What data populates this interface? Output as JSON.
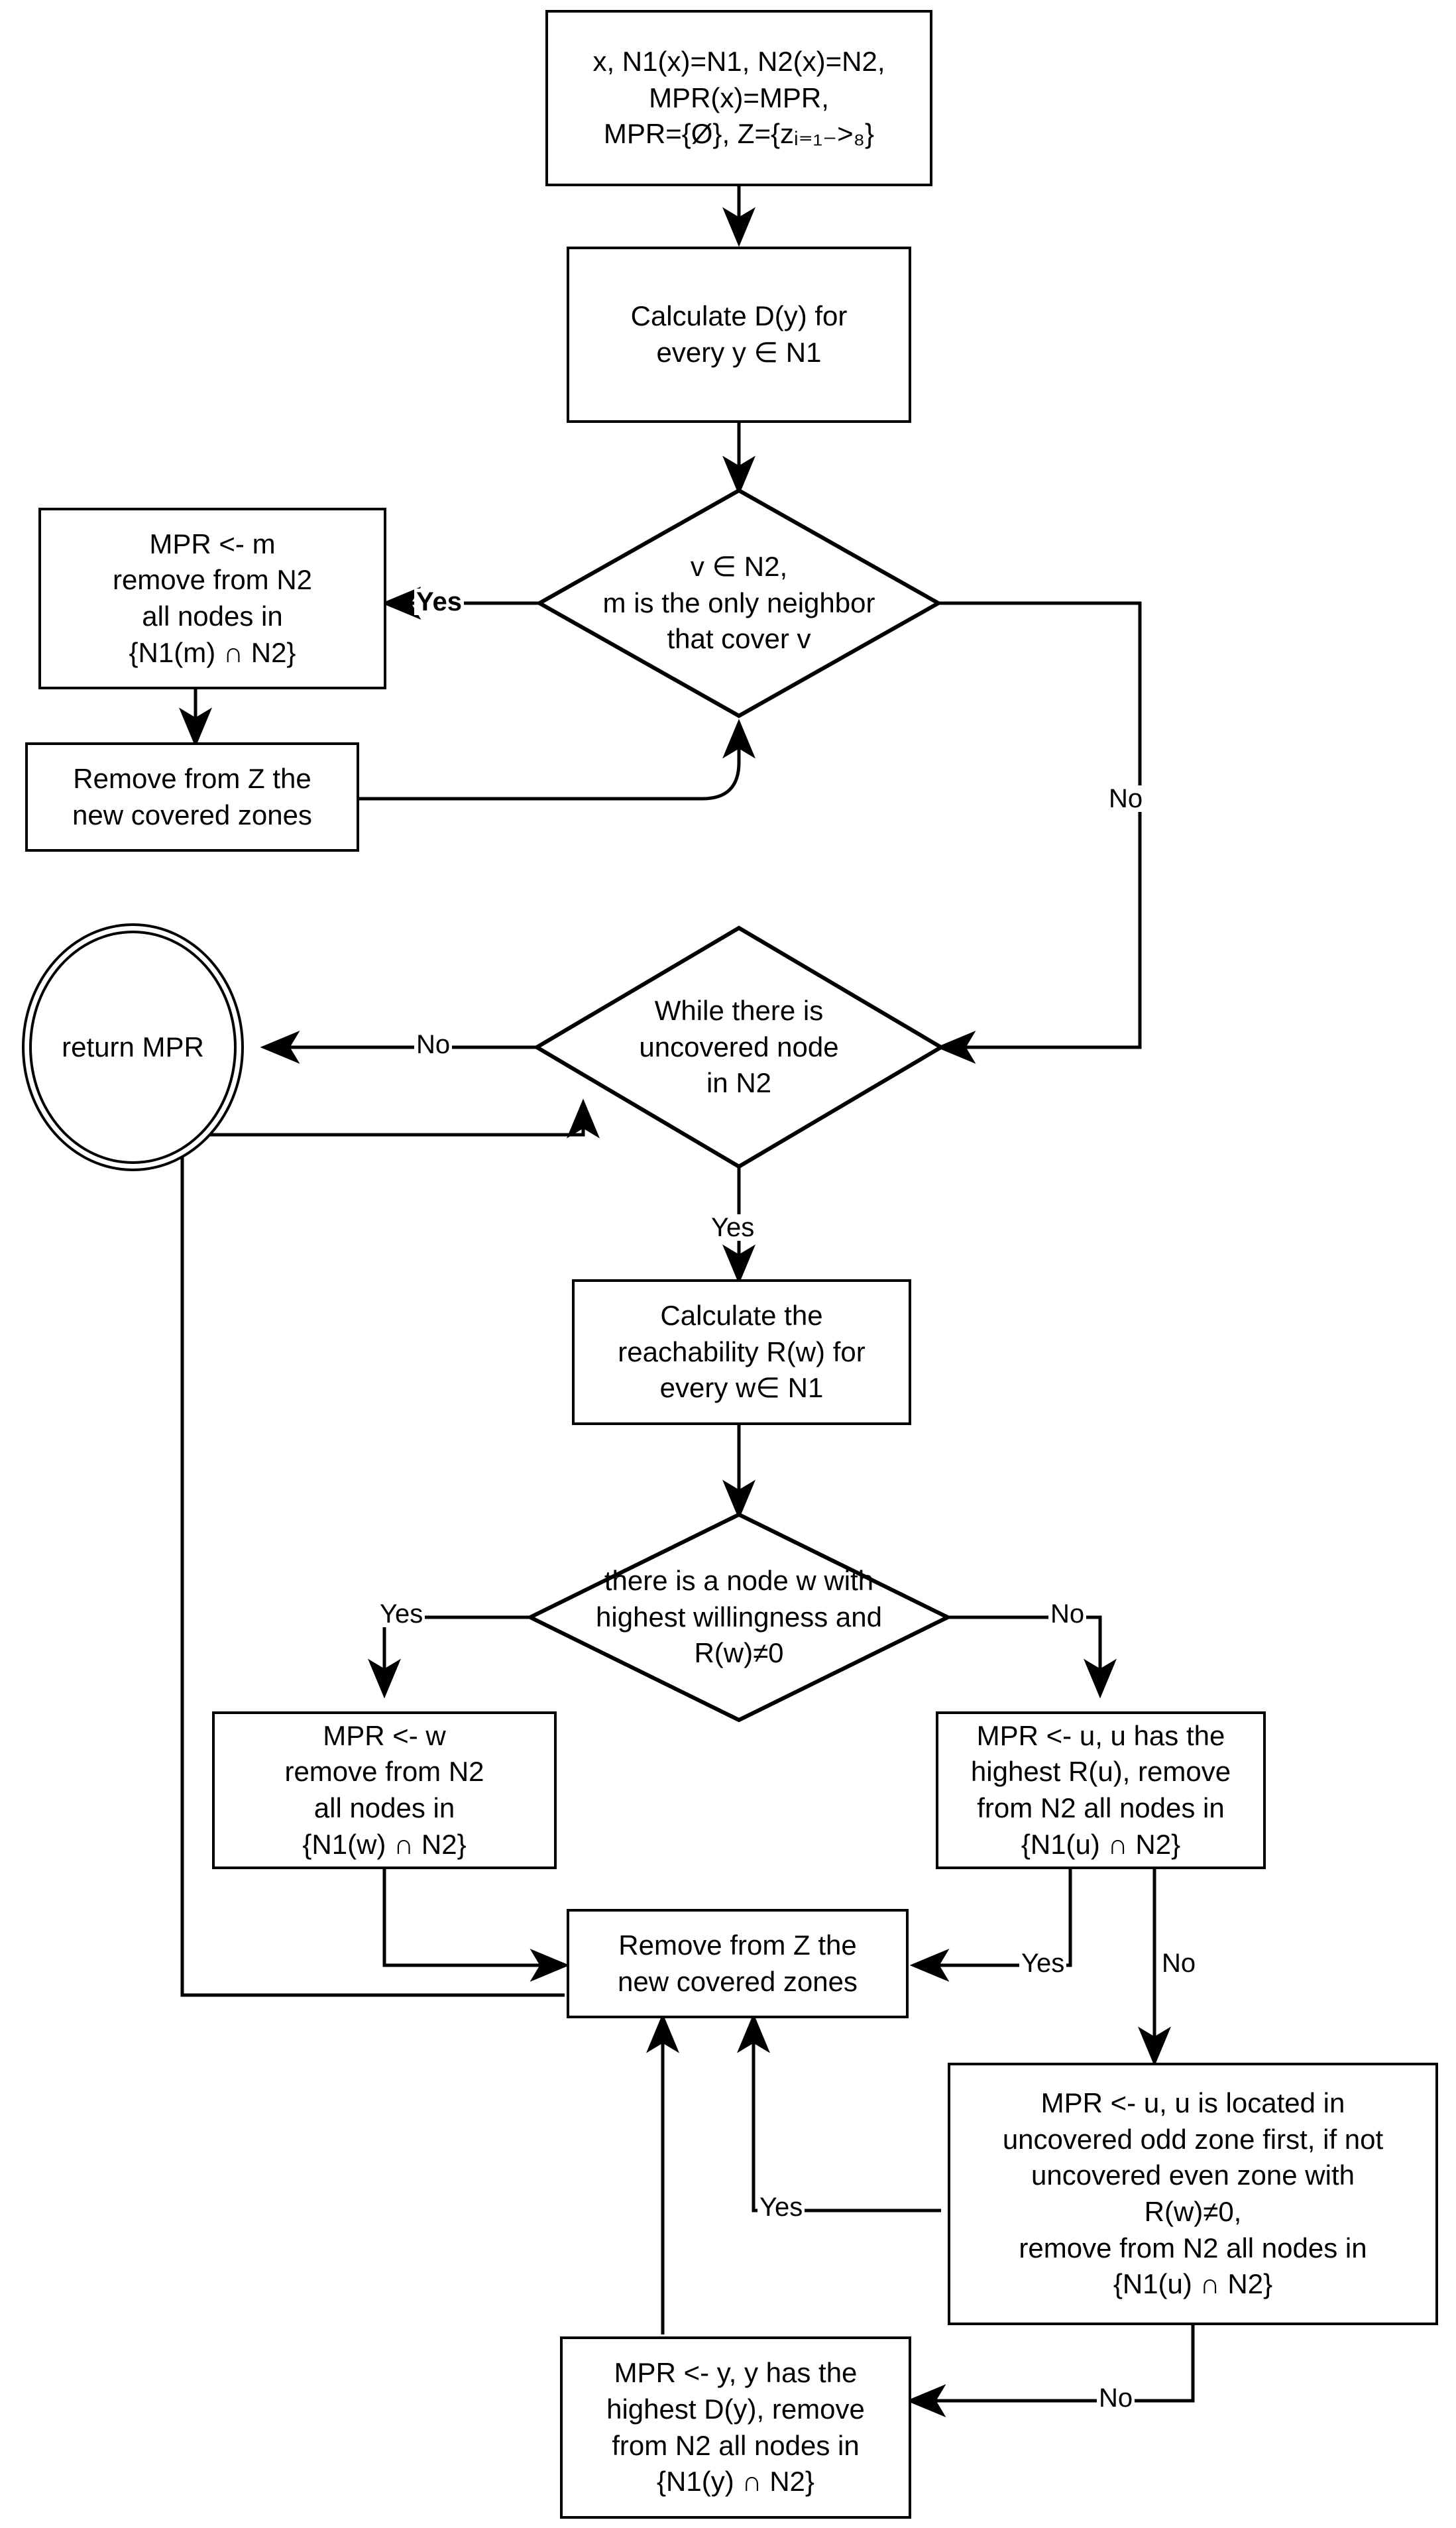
{
  "diagram": {
    "title": "MPR selection algorithm flowchart",
    "type": "flowchart",
    "stroke_color": "#000000",
    "background_color": "#ffffff"
  },
  "nodes": {
    "start": {
      "shape": "process",
      "text": "x, N1(x)=N1, N2(x)=N2,\nMPR(x)=MPR,\nMPR={Ø}, Z={zᵢ₌₁₋>₈}",
      "text_plain": "x, N1(x)=N1, N2(x)=N2, MPR(x)=MPR, MPR={Ø}, Z={z i=1->8}"
    },
    "calc_d": {
      "shape": "process",
      "text": "Calculate D(y) for\nevery y ∈ N1"
    },
    "dec_v_n2": {
      "shape": "decision",
      "text": "v ∈ N2,\nm is the only neighbor\nthat cover v"
    },
    "mpr_m": {
      "shape": "process",
      "text": "MPR <- m\nremove from N2\nall nodes in\n{N1(m) ∩ N2}"
    },
    "remove_z_top": {
      "shape": "process",
      "text": "Remove from Z the\nnew covered zones"
    },
    "return_mpr": {
      "shape": "terminator",
      "text": "return MPR"
    },
    "dec_while": {
      "shape": "decision",
      "text": "While there is\nuncovered node\nin N2"
    },
    "calc_r": {
      "shape": "process",
      "text": "Calculate the\nreachability R(w) for\nevery w∈ N1"
    },
    "dec_willing": {
      "shape": "decision",
      "text": "there is a node w with\nhighest willingness and\nR(w)≠0"
    },
    "mpr_w": {
      "shape": "process",
      "text": "MPR <- w\nremove from N2\nall nodes in\n{N1(w) ∩ N2}"
    },
    "mpr_u_high_r": {
      "shape": "process",
      "text": "MPR <- u, u has the\nhighest R(u), remove\nfrom N2 all nodes in\n{N1(u) ∩ N2}"
    },
    "remove_z_mid": {
      "shape": "process",
      "text": "Remove from Z the\nnew covered zones"
    },
    "mpr_u_zone": {
      "shape": "process",
      "text": "MPR <- u, u is located in\nuncovered odd zone first, if not\nuncovered even zone with\nR(w)≠0,\nremove from N2 all nodes in\n{N1(u) ∩ N2}"
    },
    "mpr_y": {
      "shape": "process",
      "text": "MPR <- y, y has the\nhighest D(y), remove\nfrom N2 all nodes in\n{N1(y) ∩ N2}"
    }
  },
  "edge_labels": {
    "dec_v_n2_yes": "Yes",
    "dec_v_n2_no": "No",
    "dec_while_no": "No",
    "dec_while_yes": "Yes",
    "dec_willing_yes": "Yes",
    "dec_willing_no": "No",
    "mpr_u_high_r_yes": "Yes",
    "mpr_u_high_r_no": "No",
    "mpr_u_zone_yes": "Yes",
    "mpr_u_zone_no": "No"
  }
}
